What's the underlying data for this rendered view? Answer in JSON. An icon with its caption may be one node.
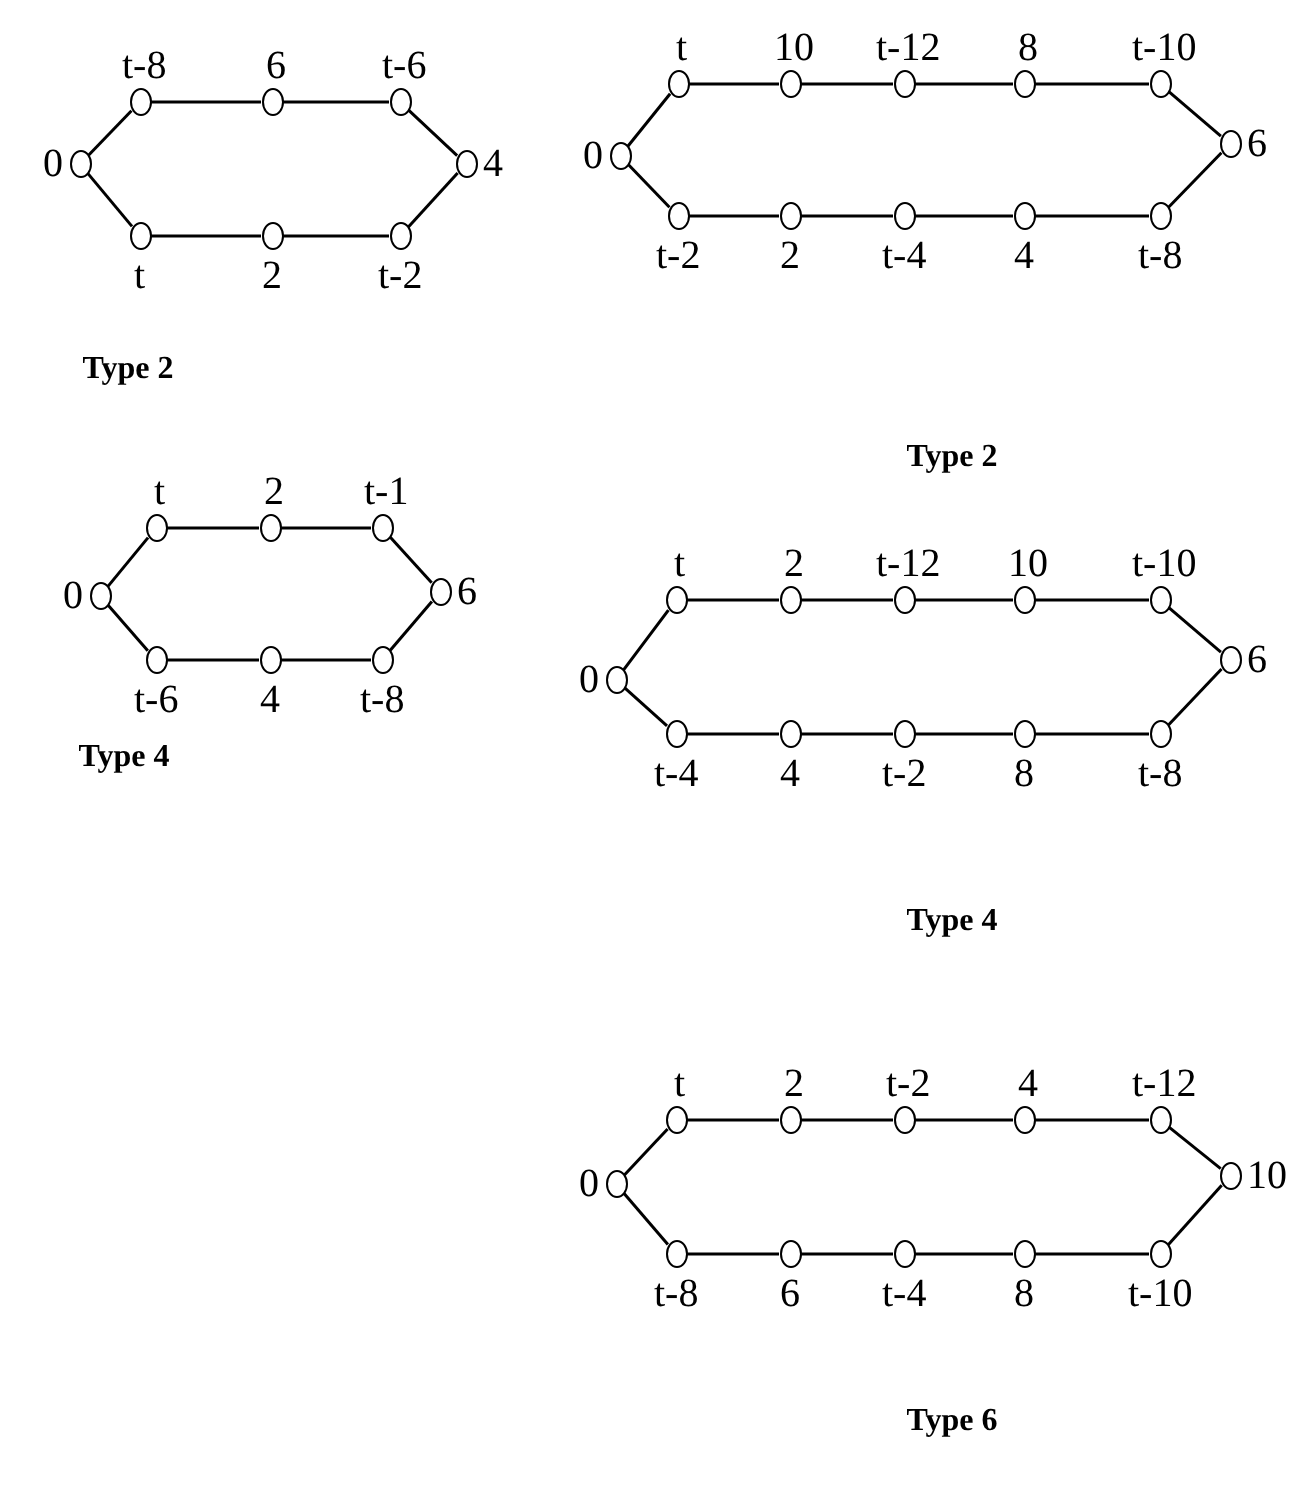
{
  "diagram": {
    "nodes": [
      {
        "text": [],
        "shape": "circle",
        "beside": [
          "0"
        ]
      },
      {
        "text": [],
        "shape": "circle",
        "beside": [
          "t-8"
        ]
      },
      {
        "text": [],
        "shape": "circle",
        "beside": [
          "6"
        ]
      },
      {
        "text": [],
        "shape": "circle",
        "beside": [
          "t-6"
        ]
      },
      {
        "text": [],
        "shape": "circle",
        "beside": [
          "4"
        ]
      },
      {
        "text": [],
        "shape": "circle",
        "beside": [
          "t"
        ]
      },
      {
        "text": [],
        "shape": "circle",
        "beside": [
          "2"
        ]
      },
      {
        "text": [],
        "shape": "circle",
        "beside": [
          "t-2"
        ]
      },
      {
        "text": [],
        "shape": "circle",
        "beside": [
          "0"
        ]
      },
      {
        "text": [],
        "shape": "circle",
        "beside": [
          "t"
        ]
      },
      {
        "text": [],
        "shape": "circle",
        "beside": [
          "10"
        ]
      },
      {
        "text": [],
        "shape": "circle",
        "beside": [
          "t-12"
        ]
      },
      {
        "text": [],
        "shape": "circle",
        "beside": [
          "8"
        ]
      },
      {
        "text": [],
        "shape": "circle",
        "beside": [
          "t-10"
        ]
      },
      {
        "text": [],
        "shape": "circle",
        "beside": [
          "6"
        ]
      },
      {
        "text": [],
        "shape": "circle",
        "beside": [
          "t-2"
        ]
      },
      {
        "text": [],
        "shape": "circle",
        "beside": [
          "2"
        ]
      },
      {
        "text": [],
        "shape": "circle",
        "beside": [
          "t-4"
        ]
      },
      {
        "text": [],
        "shape": "circle",
        "beside": [
          "4"
        ]
      },
      {
        "text": [],
        "shape": "circle",
        "beside": [
          "t-8"
        ]
      },
      {
        "text": [],
        "shape": "circle",
        "beside": [
          "0"
        ]
      },
      {
        "text": [],
        "shape": "circle",
        "beside": [
          "t"
        ]
      },
      {
        "text": [],
        "shape": "circle",
        "beside": [
          "2"
        ]
      },
      {
        "text": [],
        "shape": "circle",
        "beside": [
          "t-1"
        ]
      },
      {
        "text": [],
        "shape": "circle",
        "beside": [
          "6"
        ]
      },
      {
        "text": [],
        "shape": "circle",
        "beside": [
          "t-6"
        ]
      },
      {
        "text": [],
        "shape": "circle",
        "beside": [
          "4"
        ]
      },
      {
        "text": [],
        "shape": "circle",
        "beside": [
          "t-8"
        ]
      },
      {
        "text": [],
        "shape": "circle",
        "beside": [
          "0"
        ]
      },
      {
        "text": [],
        "shape": "circle",
        "beside": [
          "t"
        ]
      },
      {
        "text": [],
        "shape": "circle",
        "beside": [
          "2"
        ]
      },
      {
        "text": [],
        "shape": "circle",
        "beside": [
          "t-12"
        ]
      },
      {
        "text": [],
        "shape": "circle",
        "beside": [
          "10"
        ]
      },
      {
        "text": [],
        "shape": "circle",
        "beside": [
          "t-10"
        ]
      },
      {
        "text": [],
        "shape": "circle",
        "beside": [
          "6"
        ]
      },
      {
        "text": [],
        "shape": "circle",
        "beside": [
          "t-4"
        ]
      },
      {
        "text": [],
        "shape": "circle",
        "beside": [
          "4"
        ]
      },
      {
        "text": [],
        "shape": "circle",
        "beside": [
          "t-2"
        ]
      },
      {
        "text": [],
        "shape": "circle",
        "beside": [
          "8"
        ]
      },
      {
        "text": [],
        "shape": "circle",
        "beside": [
          "t-8"
        ]
      },
      {
        "text": [],
        "shape": "circle",
        "beside": [
          "0"
        ]
      },
      {
        "text": [],
        "shape": "circle",
        "beside": [
          "t"
        ]
      },
      {
        "text": [],
        "shape": "circle",
        "beside": [
          "2"
        ]
      },
      {
        "text": [],
        "shape": "circle",
        "beside": [
          "t-2"
        ]
      },
      {
        "text": [],
        "shape": "circle",
        "beside": [
          "4"
        ]
      },
      {
        "text": [],
        "shape": "circle",
        "beside": [
          "t-12"
        ]
      },
      {
        "text": [],
        "shape": "circle",
        "beside": [
          "10"
        ]
      },
      {
        "text": [],
        "shape": "circle",
        "beside": [
          "t-8"
        ]
      },
      {
        "text": [],
        "shape": "circle",
        "beside": [
          "6"
        ]
      },
      {
        "text": [],
        "shape": "circle",
        "beside": [
          "t-4"
        ]
      },
      {
        "text": [],
        "shape": "circle",
        "beside": [
          "8"
        ]
      },
      {
        "text": [],
        "shape": "circle",
        "beside": [
          "t-10"
        ]
      }
    ],
    "edges": [
      {
        "from": 0,
        "to": 1,
        "arrow": "none"
      },
      {
        "from": 1,
        "to": 2,
        "arrow": "none"
      },
      {
        "from": 2,
        "to": 3,
        "arrow": "none"
      },
      {
        "from": 3,
        "to": 4,
        "arrow": "none"
      },
      {
        "from": 4,
        "to": 7,
        "arrow": "none"
      },
      {
        "from": 7,
        "to": 6,
        "arrow": "none"
      },
      {
        "from": 6,
        "to": 5,
        "arrow": "none"
      },
      {
        "from": 5,
        "to": 0,
        "arrow": "none"
      },
      {
        "from": 8,
        "to": 9,
        "arrow": "none"
      },
      {
        "from": 9,
        "to": 10,
        "arrow": "none"
      },
      {
        "from": 10,
        "to": 11,
        "arrow": "none"
      },
      {
        "from": 11,
        "to": 12,
        "arrow": "none"
      },
      {
        "from": 12,
        "to": 13,
        "arrow": "none"
      },
      {
        "from": 13,
        "to": 14,
        "arrow": "none"
      },
      {
        "from": 14,
        "to": 19,
        "arrow": "none"
      },
      {
        "from": 19,
        "to": 18,
        "arrow": "none"
      },
      {
        "from": 18,
        "to": 17,
        "arrow": "none"
      },
      {
        "from": 17,
        "to": 16,
        "arrow": "none"
      },
      {
        "from": 16,
        "to": 15,
        "arrow": "none"
      },
      {
        "from": 15,
        "to": 8,
        "arrow": "none"
      },
      {
        "from": 20,
        "to": 21,
        "arrow": "none"
      },
      {
        "from": 21,
        "to": 22,
        "arrow": "none"
      },
      {
        "from": 22,
        "to": 23,
        "arrow": "none"
      },
      {
        "from": 23,
        "to": 24,
        "arrow": "none"
      },
      {
        "from": 24,
        "to": 27,
        "arrow": "none"
      },
      {
        "from": 27,
        "to": 26,
        "arrow": "none"
      },
      {
        "from": 26,
        "to": 25,
        "arrow": "none"
      },
      {
        "from": 25,
        "to": 20,
        "arrow": "none"
      },
      {
        "from": 28,
        "to": 29,
        "arrow": "none"
      },
      {
        "from": 29,
        "to": 30,
        "arrow": "none"
      },
      {
        "from": 30,
        "to": 31,
        "arrow": "none"
      },
      {
        "from": 31,
        "to": 32,
        "arrow": "none"
      },
      {
        "from": 32,
        "to": 33,
        "arrow": "none"
      },
      {
        "from": 33,
        "to": 34,
        "arrow": "none"
      },
      {
        "from": 34,
        "to": 39,
        "arrow": "none"
      },
      {
        "from": 39,
        "to": 38,
        "arrow": "none"
      },
      {
        "from": 38,
        "to": 37,
        "arrow": "none"
      },
      {
        "from": 37,
        "to": 36,
        "arrow": "none"
      },
      {
        "from": 36,
        "to": 35,
        "arrow": "none"
      },
      {
        "from": 35,
        "to": 28,
        "arrow": "none"
      },
      {
        "from": 40,
        "to": 41,
        "arrow": "none"
      },
      {
        "from": 41,
        "to": 42,
        "arrow": "none"
      },
      {
        "from": 42,
        "to": 43,
        "arrow": "none"
      },
      {
        "from": 43,
        "to": 44,
        "arrow": "none"
      },
      {
        "from": 44,
        "to": 45,
        "arrow": "none"
      },
      {
        "from": 45,
        "to": 46,
        "arrow": "none"
      },
      {
        "from": 46,
        "to": 51,
        "arrow": "none"
      },
      {
        "from": 51,
        "to": 50,
        "arrow": "none"
      },
      {
        "from": 50,
        "to": 49,
        "arrow": "none"
      },
      {
        "from": 49,
        "to": 48,
        "arrow": "none"
      },
      {
        "from": 48,
        "to": 47,
        "arrow": "none"
      },
      {
        "from": 47,
        "to": 40,
        "arrow": "none"
      }
    ],
    "labels": [
      "Type 2",
      "Type 2",
      "Type 4",
      "Type 4",
      "Type 6"
    ]
  }
}
